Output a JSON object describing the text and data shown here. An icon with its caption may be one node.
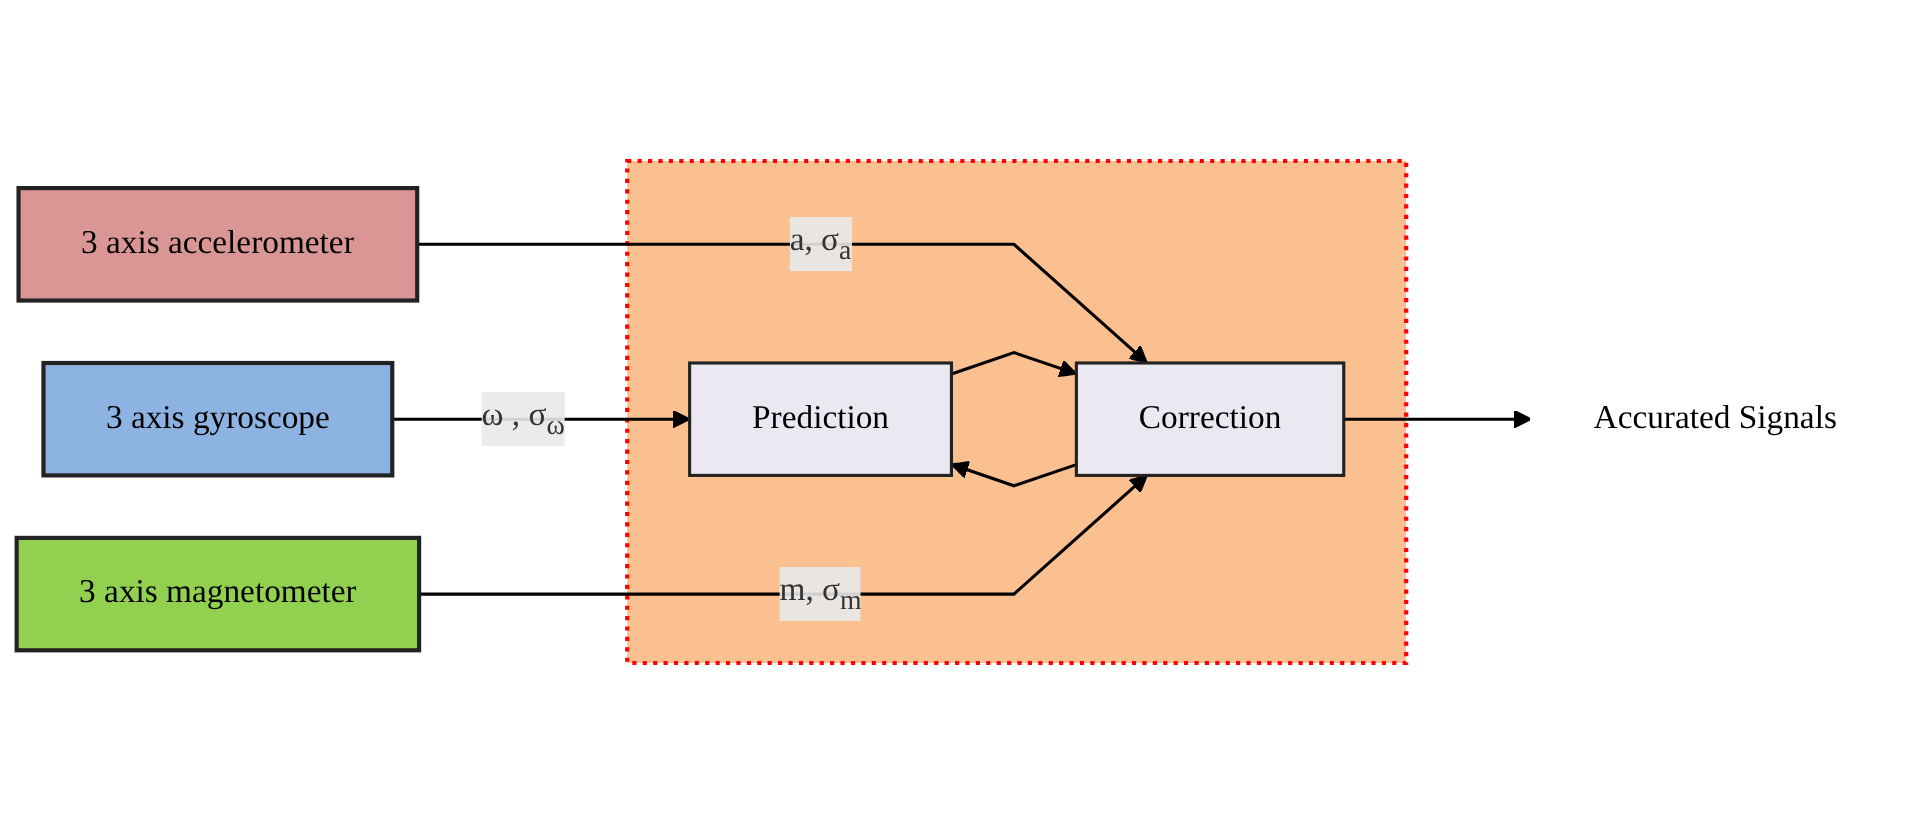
{
  "diagram": {
    "nodes": [
      {
        "text": [
          "3 axis gyroscope"
        ]
      },
      {
        "text": [
          "3 axis accelerometer"
        ]
      },
      {
        "text": [
          "3 axis magnetometer"
        ]
      },
      {
        "text": [],
        "shape": "box"
      },
      {
        "text": [
          "Prediction"
        ],
        "in": 3
      },
      {
        "text": [
          "Correction"
        ],
        "in": 3
      },
      {
        "text": [
          "Accurated Signals"
        ]
      }
    ],
    "edges": [
      {
        "from": 0,
        "to": 4,
        "arrow": "to",
        "label": "ω , σ$_{ω}$"
      },
      {
        "from": 4,
        "to": 5,
        "arrow": "to"
      },
      {
        "from": 1,
        "to": 5,
        "arrow": "to",
        "label": "a, σ$_{a}$"
      },
      {
        "from": 2,
        "to": 5,
        "arrow": "to",
        "label": "m, σ$_{m}$"
      },
      {
        "from": 5,
        "to": 6,
        "arrow": "to"
      },
      {
        "from": 5,
        "to": 4,
        "arrow": "to"
      }
    ]
  }
}
